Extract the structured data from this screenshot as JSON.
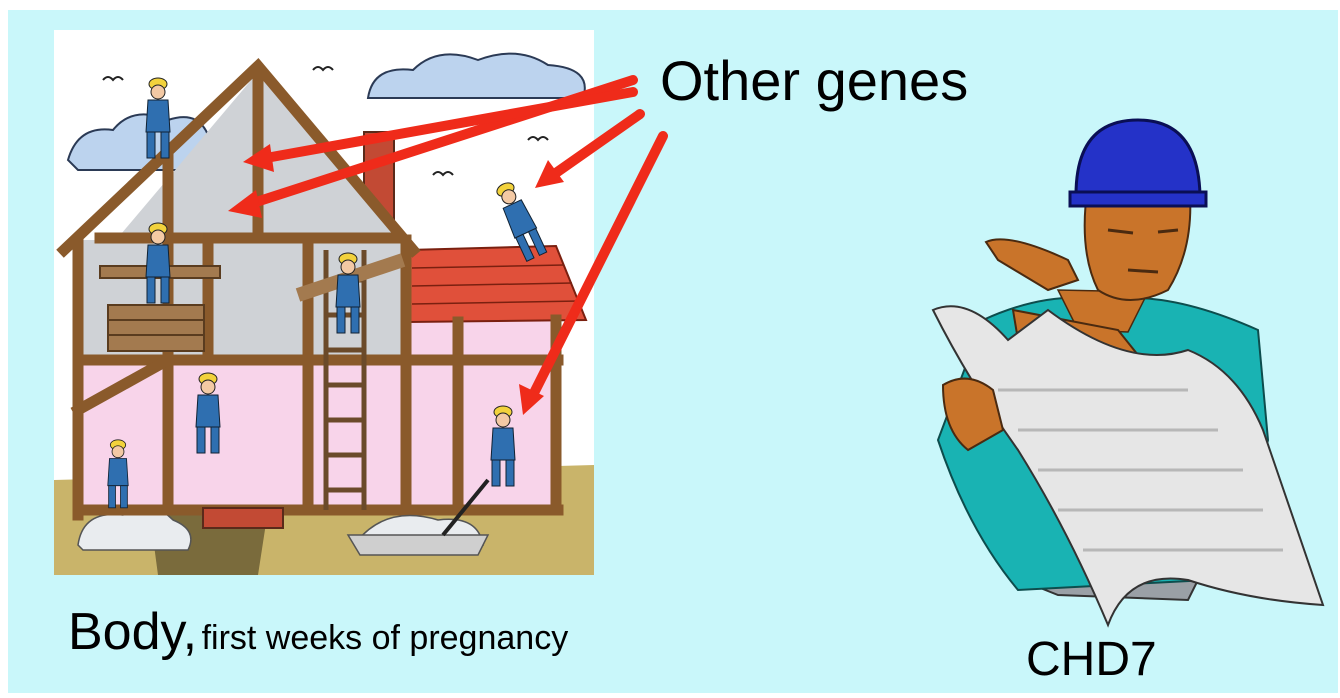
{
  "labels": {
    "other_genes": "Other genes",
    "body_main": "Body,",
    "body_sub": "first weeks of pregnancy",
    "chd7": "CHD7"
  },
  "colors": {
    "background": "#c9f7fa",
    "arrow": "#ef2b1a",
    "house_frame": "#8a5a2b",
    "roof_tiles": "#e0503a",
    "wall_upper": "#cfd2d6",
    "wall_lower": "#f8d4ea",
    "worker_shirt": "#2f6fb0",
    "hard_hat_yellow": "#f2d23c",
    "hard_hat_blue": "#2432c8",
    "foreman_shirt": "#19b3b3",
    "skin": "#c9742a",
    "blueprint": "#e6e6e6"
  },
  "icons": [
    "house-illustration",
    "worker-icon",
    "foreman-illustration",
    "blueprint-icon",
    "arrow-icon",
    "cloud-icon",
    "bird-icon"
  ]
}
